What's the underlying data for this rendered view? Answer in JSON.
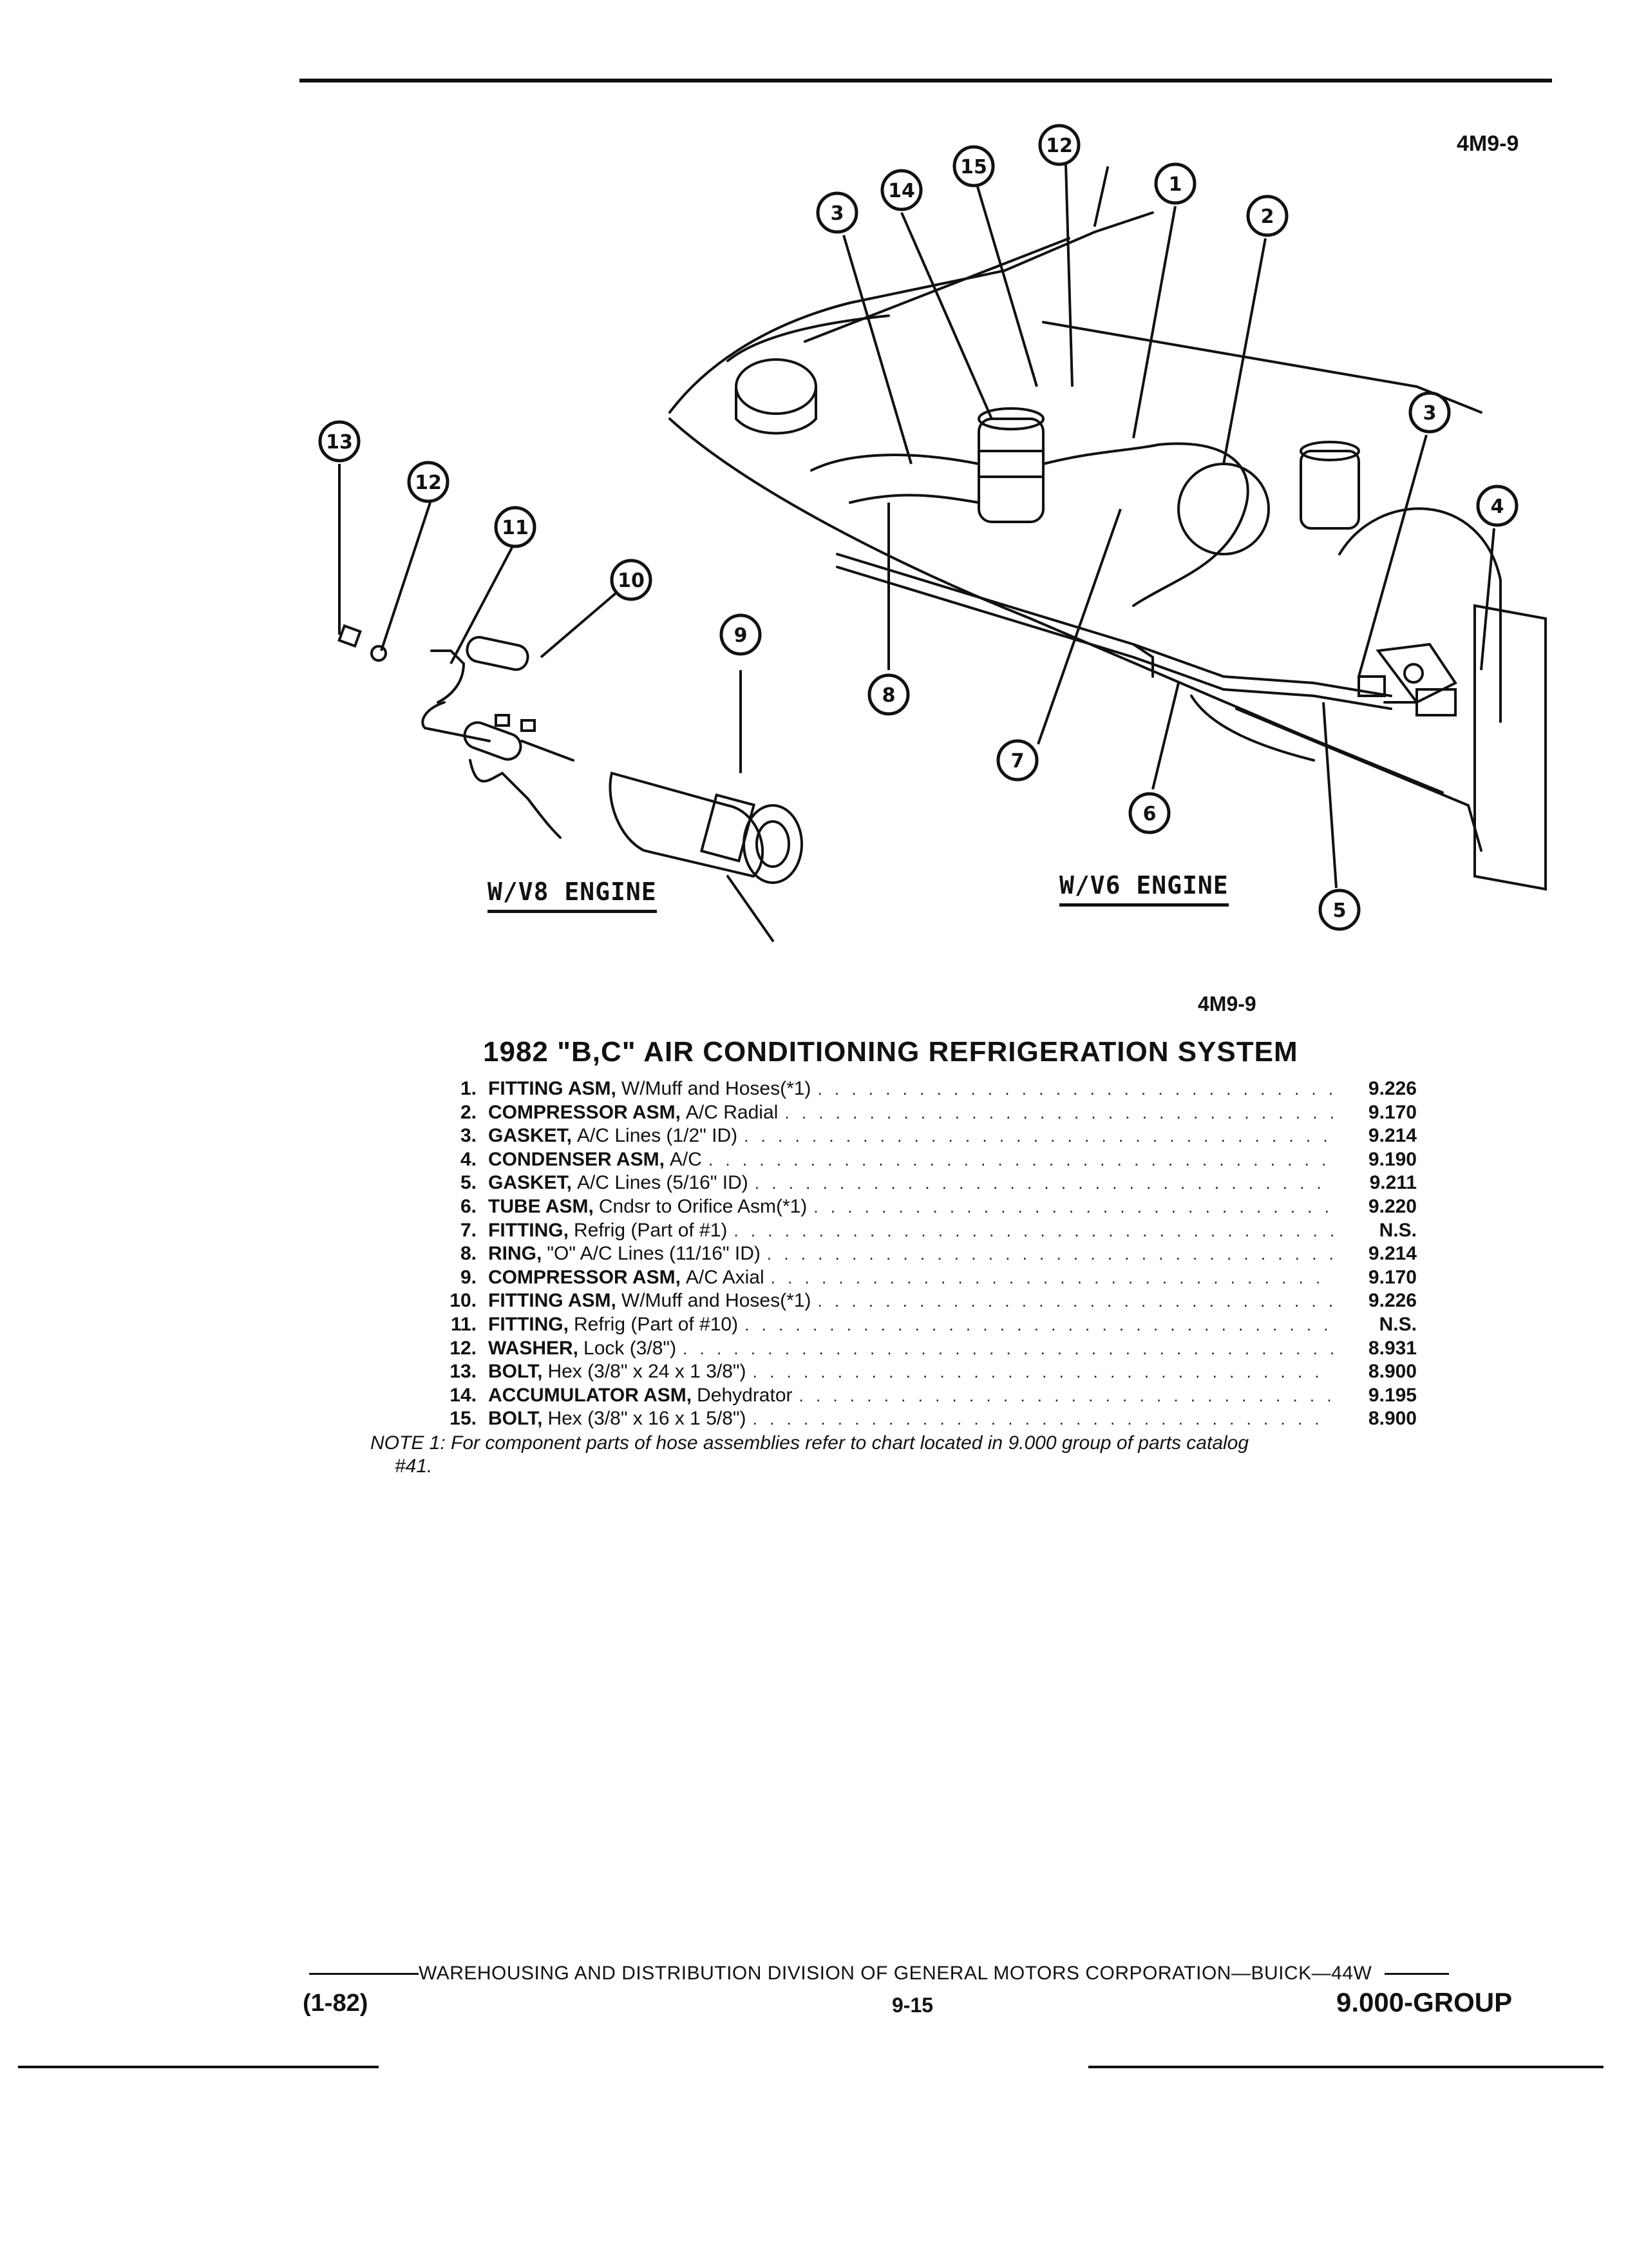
{
  "header": {
    "diagram_code": "4M9-9"
  },
  "illustration": {
    "v8_label": "W/V8 ENGINE",
    "v6_label": "W/V6 ENGINE",
    "caption_code": "4M9-9",
    "callouts": [
      "1",
      "2",
      "3",
      "4",
      "5",
      "6",
      "7",
      "8",
      "9",
      "10",
      "11",
      "12",
      "13",
      "14",
      "15"
    ]
  },
  "title": "1982 \"B,C\" AIR CONDITIONING REFRIGERATION SYSTEM",
  "parts": [
    {
      "num": "1.",
      "name": "FITTING ASM,",
      "desc": "W/Muff and Hoses(*1)",
      "group": "9.226"
    },
    {
      "num": "2.",
      "name": "COMPRESSOR ASM,",
      "desc": "A/C Radial",
      "group": "9.170"
    },
    {
      "num": "3.",
      "name": "GASKET,",
      "desc": "A/C Lines (1/2\" ID)",
      "group": "9.214"
    },
    {
      "num": "4.",
      "name": "CONDENSER ASM,",
      "desc": "A/C",
      "group": "9.190"
    },
    {
      "num": "5.",
      "name": "GASKET,",
      "desc": "A/C Lines (5/16\" ID)",
      "group": "9.211"
    },
    {
      "num": "6.",
      "name": "TUBE ASM,",
      "desc": "Cndsr to Orifice Asm(*1)",
      "group": "9.220"
    },
    {
      "num": "7.",
      "name": "FITTING,",
      "desc": "Refrig (Part of #1)",
      "group": "N.S."
    },
    {
      "num": "8.",
      "name": "RING,",
      "desc": "\"O\" A/C Lines (11/16\" ID)",
      "group": "9.214"
    },
    {
      "num": "9.",
      "name": "COMPRESSOR ASM,",
      "desc": "A/C Axial",
      "group": "9.170"
    },
    {
      "num": "10.",
      "name": "FITTING ASM,",
      "desc": "W/Muff and Hoses(*1)",
      "group": "9.226"
    },
    {
      "num": "11.",
      "name": "FITTING,",
      "desc": "Refrig (Part of #10)",
      "group": "N.S."
    },
    {
      "num": "12.",
      "name": "WASHER,",
      "desc": "Lock (3/8\")",
      "group": "8.931"
    },
    {
      "num": "13.",
      "name": "BOLT,",
      "desc": "Hex (3/8\" x 24 x 1 3/8\")",
      "group": "8.900"
    },
    {
      "num": "14.",
      "name": "ACCUMULATOR ASM,",
      "desc": "Dehydrator",
      "group": "9.195"
    },
    {
      "num": "15.",
      "name": "BOLT,",
      "desc": "Hex (3/8\" x 16 x 1 5/8\")",
      "group": "8.900"
    }
  ],
  "note": {
    "line1": "NOTE 1: For component parts of hose assemblies refer to chart located in 9.000 group of parts catalog",
    "line2": "#41."
  },
  "footer": {
    "division": "WAREHOUSING AND DISTRIBUTION DIVISION OF GENERAL MOTORS CORPORATION—BUICK—44W",
    "date_code": "(1-82)",
    "page_number": "9-15",
    "group": "9.000-GROUP"
  }
}
